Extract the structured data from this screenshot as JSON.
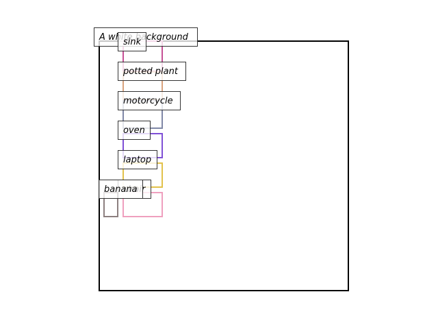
{
  "scene": {
    "caption": "A white background",
    "objects": [
      {
        "key": "sink",
        "label": "sink",
        "color": "#c64f95"
      },
      {
        "key": "potted-plant",
        "label": "potted plant",
        "color": "#d9a27c"
      },
      {
        "key": "motorcycle",
        "label": "motorcycle",
        "color": "#7f87a6"
      },
      {
        "key": "oven",
        "label": "oven",
        "color": "#7f4fd6"
      },
      {
        "key": "laptop",
        "label": "laptop",
        "color": "#e2c14a"
      },
      {
        "key": "chair",
        "label": "chair",
        "color": "#ef9fbe"
      },
      {
        "key": "banana",
        "label": "banana",
        "color": "#8c7f7f"
      }
    ]
  }
}
